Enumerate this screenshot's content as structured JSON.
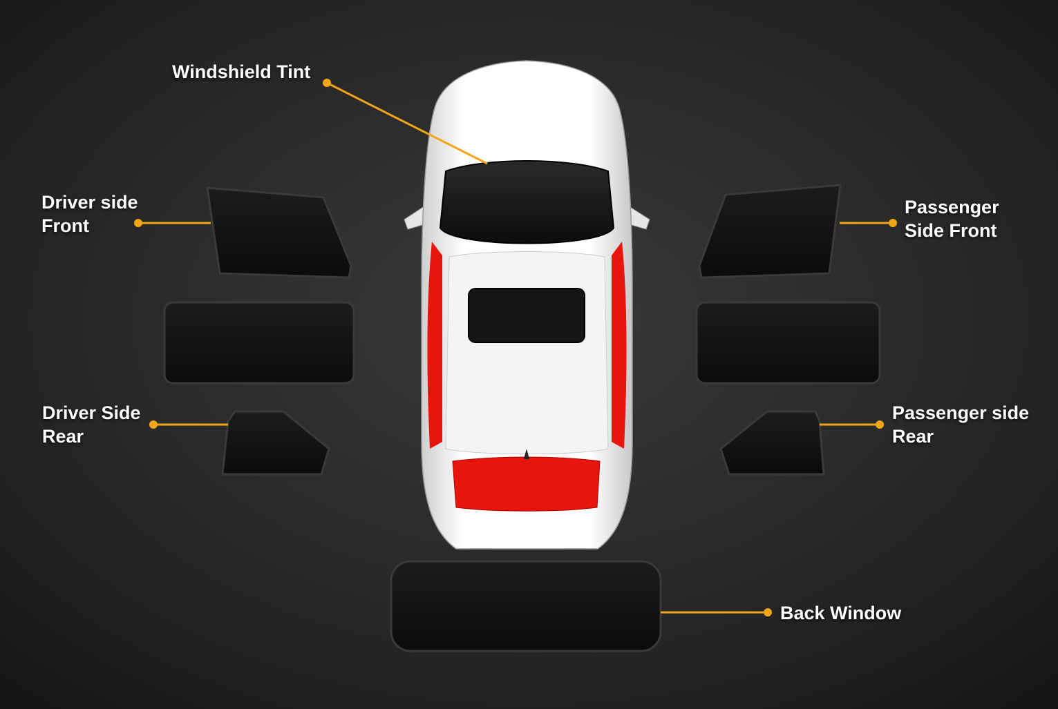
{
  "colors": {
    "background": "#232323",
    "accent": "#f2a516",
    "car_body": "#f2f2f2",
    "highlight_red": "#e8150c",
    "tint_film": "#111111"
  },
  "labels": {
    "windshield": {
      "line1": "Windshield Tint"
    },
    "driver_front": {
      "line1": "Driver side",
      "line2": "Front"
    },
    "passenger_front": {
      "line1": "Passenger",
      "line2": "Side Front"
    },
    "driver_rear": {
      "line1": "Driver Side",
      "line2": "Rear"
    },
    "passenger_rear": {
      "line1": "Passenger side",
      "line2": "Rear"
    },
    "back_window": {
      "line1": "Back Window"
    }
  }
}
